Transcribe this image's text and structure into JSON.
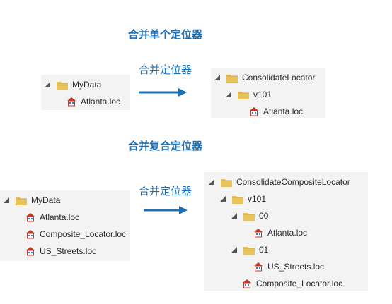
{
  "section1": {
    "title": "合并单个定位器",
    "arrow_label": "合并定位器",
    "source_tree": [
      {
        "label": "MyData",
        "type": "folder",
        "expanded": true
      },
      {
        "label": "Atlanta.loc",
        "type": "locator"
      }
    ],
    "result_tree": [
      {
        "label": "ConsolidateLocator",
        "type": "folder",
        "expanded": true
      },
      {
        "label": "v101",
        "type": "folder",
        "expanded": true
      },
      {
        "label": "Atlanta.loc",
        "type": "locator"
      }
    ]
  },
  "section2": {
    "title": "合并复合定位器",
    "arrow_label": "合并定位器",
    "source_tree": [
      {
        "label": "MyData",
        "type": "folder",
        "expanded": true
      },
      {
        "label": "Atlanta.loc",
        "type": "locator"
      },
      {
        "label": "Composite_Locator.loc",
        "type": "locator"
      },
      {
        "label": "US_Streets.loc",
        "type": "locator"
      }
    ],
    "result_tree": [
      {
        "label": "ConsolidateCompositeLocator",
        "type": "folder",
        "expanded": true
      },
      {
        "label": "v101",
        "type": "folder",
        "expanded": true
      },
      {
        "label": "00",
        "type": "folder",
        "expanded": true
      },
      {
        "label": "Atlanta.loc",
        "type": "locator"
      },
      {
        "label": "01",
        "type": "folder",
        "expanded": true
      },
      {
        "label": "US_Streets.loc",
        "type": "locator"
      },
      {
        "label": "Composite_Locator.loc",
        "type": "locator"
      }
    ]
  },
  "colors": {
    "accent": "#1f6fb5",
    "folder": "#e8c25a",
    "locator_roof": "#c0392b",
    "panel_bg": "#f3f3f3"
  }
}
